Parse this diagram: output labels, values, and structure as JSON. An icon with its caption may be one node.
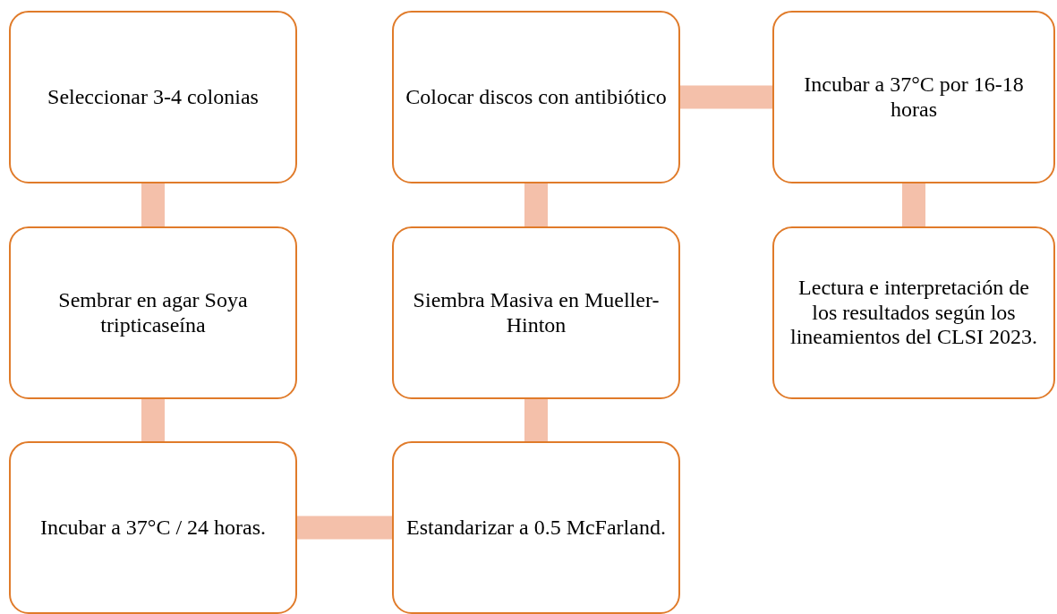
{
  "diagram": {
    "nodes": [
      {
        "text": [
          "Seleccionar 3-4 colonias"
        ]
      },
      {
        "text": [
          "Sembrar en agar Soya tripticaseína"
        ]
      },
      {
        "text": [
          "Incubar a 37°C / 24 horas."
        ]
      },
      {
        "text": [
          "Estandarizar a 0.5 McFarland."
        ]
      },
      {
        "text": [
          "Siembra Masiva en Mueller-Hinton"
        ]
      },
      {
        "text": [
          "Colocar discos con antibiótico"
        ]
      },
      {
        "text": [
          "Incubar a 37°C por 16-18 horas"
        ]
      },
      {
        "text": [
          "Lectura e interpretación de los resultados según los lineamientos del CLSI 2023."
        ]
      }
    ],
    "edges": [
      {
        "from": 0,
        "to": 1,
        "arrow": "none"
      },
      {
        "from": 1,
        "to": 2,
        "arrow": "none"
      },
      {
        "from": 2,
        "to": 3,
        "arrow": "none"
      },
      {
        "from": 3,
        "to": 4,
        "arrow": "none"
      },
      {
        "from": 4,
        "to": 5,
        "arrow": "none"
      },
      {
        "from": 5,
        "to": 6,
        "arrow": "none"
      },
      {
        "from": 6,
        "to": 7,
        "arrow": "none"
      }
    ]
  }
}
